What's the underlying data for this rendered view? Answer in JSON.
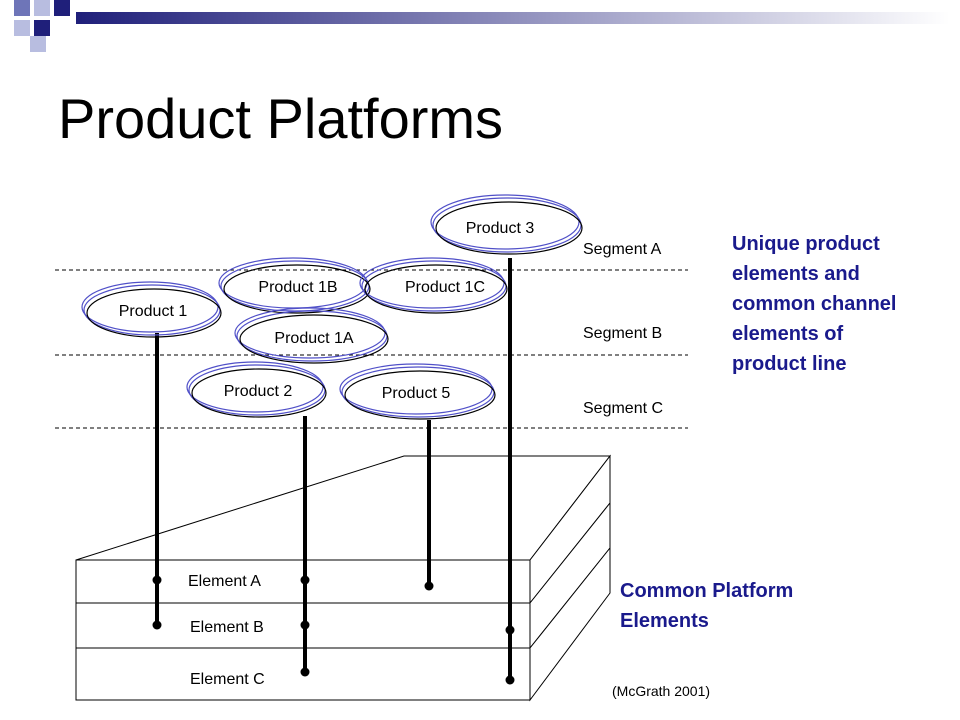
{
  "slide": {
    "title": "Product Platforms",
    "citation": "(McGrath 2001)"
  },
  "products": [
    {
      "id": "p3",
      "label": "Product 3"
    },
    {
      "id": "p1b",
      "label": "Product 1B"
    },
    {
      "id": "p1c",
      "label": "Product 1C"
    },
    {
      "id": "p1",
      "label": "Product 1"
    },
    {
      "id": "p1a",
      "label": "Product 1A"
    },
    {
      "id": "p2",
      "label": "Product 2"
    },
    {
      "id": "p5",
      "label": "Product 5"
    }
  ],
  "segments": [
    {
      "label": "Segment A"
    },
    {
      "label": "Segment B"
    },
    {
      "label": "Segment C"
    }
  ],
  "elements": [
    {
      "label": "Element A"
    },
    {
      "label": "Element B"
    },
    {
      "label": "Element C"
    }
  ],
  "notes": {
    "unique": [
      "Unique product",
      "elements and",
      "common channel",
      "elements of",
      "product line"
    ],
    "common": [
      "Common Platform",
      "Elements"
    ]
  },
  "colors": {
    "ellipse_stroke": "#5050c8",
    "ellipse_inner": "#000000",
    "note_blue": "#1a1a8c",
    "header_dark": "#1f1f7a",
    "header_mid": "#6e75b8",
    "header_light": "#b8bde0"
  }
}
